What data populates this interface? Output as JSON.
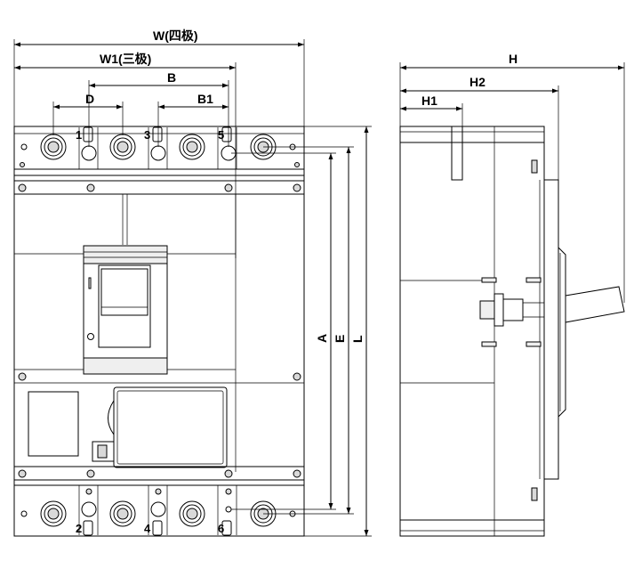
{
  "dimensions": {
    "w": "W(四极)",
    "w1": "W1(三极)",
    "b": "B",
    "d": "D",
    "b1": "B1",
    "a": "A",
    "e": "E",
    "l": "L",
    "h": "H",
    "h2": "H2",
    "h1": "H1"
  },
  "terminals": {
    "t1": "1",
    "t2": "2",
    "t3": "3",
    "t4": "4",
    "t5": "5",
    "t6": "6"
  },
  "colors": {
    "line": "#000000",
    "body_fill": "#ffffff",
    "accent": "#c8102e",
    "screw_fill": "#d9d9d9"
  }
}
